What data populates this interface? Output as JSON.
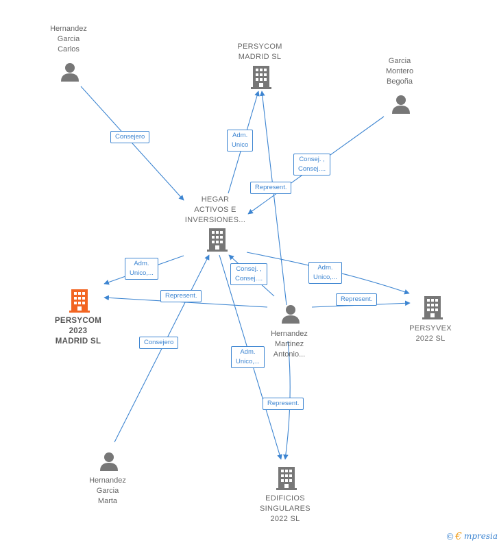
{
  "colors": {
    "edge": "#3d85d1",
    "node_gray": "#777777",
    "focus": "#f26522"
  },
  "nodes": {
    "hernandez_garcia_carlos": {
      "lines": [
        "Hernandez",
        "Garcia",
        "Carlos"
      ],
      "icon": "person-icon"
    },
    "persycom_madrid": {
      "lines": [
        "PERSYCOM",
        "MADRID SL"
      ],
      "icon": "building-icon"
    },
    "garcia_montero_begona": {
      "lines": [
        "Garcia",
        "Montero",
        "Begoña"
      ],
      "icon": "person-icon"
    },
    "hegar": {
      "lines": [
        "HEGAR",
        "ACTIVOS E",
        "INVERSIONES..."
      ],
      "icon": "building-icon"
    },
    "persycom_2023": {
      "lines": [
        "PERSYCOM",
        "2023",
        "MADRID  SL"
      ],
      "icon": "building-icon"
    },
    "hernandez_martinez_antonio": {
      "lines": [
        "Hernandez",
        "Martinez",
        "Antonio..."
      ],
      "icon": "person-icon"
    },
    "persyvex": {
      "lines": [
        "PERSYVEX",
        "2022  SL"
      ],
      "icon": "building-icon"
    },
    "hernandez_garcia_marta": {
      "lines": [
        "Hernandez",
        "Garcia",
        "Marta"
      ],
      "icon": "person-icon"
    },
    "edificios": {
      "lines": [
        "EDIFICIOS",
        "SINGULARES",
        "2022  SL"
      ],
      "icon": "building-icon"
    }
  },
  "edges": {
    "carlos_hegar": [
      "Consejero"
    ],
    "hegar_persycom_madrid": [
      "Adm.",
      "Unico"
    ],
    "begona_hegar": [
      "Consej. ,",
      "Consej...."
    ],
    "antonio_persycom_madrid": [
      "Represent."
    ],
    "hegar_persycom_2023": [
      "Adm.",
      "Unico,..."
    ],
    "antonio_hegar": [
      "Consej. ,",
      "Consej...."
    ],
    "hegar_persyvex": [
      "Adm.",
      "Unico,..."
    ],
    "antonio_persycom_2023": [
      "Represent."
    ],
    "antonio_persyvex": [
      "Represent."
    ],
    "marta_hegar": [
      "Consejero"
    ],
    "hegar_edificios": [
      "Adm.",
      "Unico,..."
    ],
    "antonio_edificios": [
      "Represent."
    ]
  },
  "footer": {
    "copyright": "©",
    "brand_initial": "€",
    "brand_rest": "mpresia"
  }
}
